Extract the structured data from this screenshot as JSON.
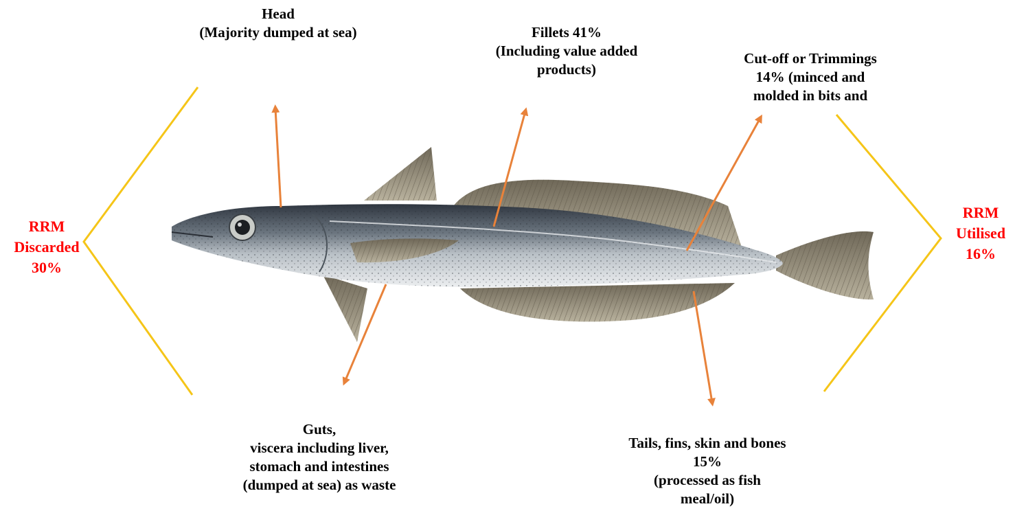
{
  "labels": {
    "head": [
      "Head",
      "(Majority dumped at sea)"
    ],
    "fillets": [
      "Fillets 41%",
      "(Including value added",
      "products)"
    ],
    "trimmings": [
      "Cut-off or Trimmings",
      "14% (minced and",
      "molded in bits and"
    ],
    "guts": [
      "Guts,",
      "viscera including liver,",
      "stomach and intestines",
      "(dumped at sea) as waste"
    ],
    "tails": [
      "Tails, fins, skin and bones",
      "15%",
      "(processed as fish",
      "meal/oil)"
    ],
    "rrm_discarded": [
      "RRM",
      "Discarded",
      "30%"
    ],
    "rrm_utilised": [
      "RRM",
      "Utilised",
      "16%"
    ]
  },
  "colors": {
    "arrow": "#e8823a",
    "bracket": "#f5c518",
    "rrm_text": "#ff0000",
    "fish_back": "#3e4650",
    "fish_belly": "#d9dde0",
    "fin": "#9a9280"
  },
  "icons": {
    "fish": "hake-fish-illustration"
  }
}
